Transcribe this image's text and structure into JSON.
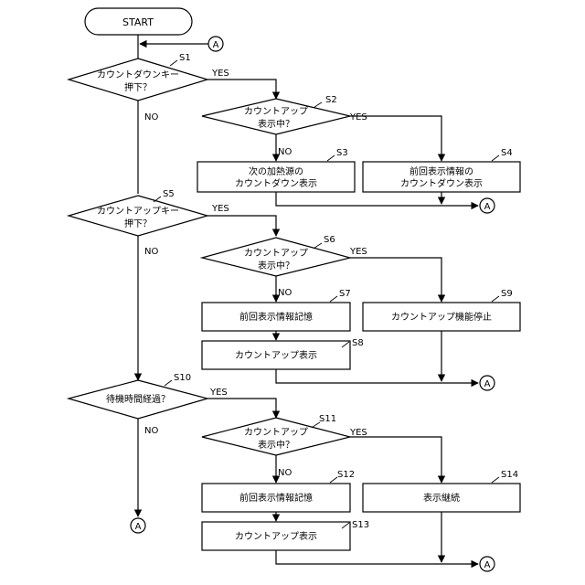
{
  "start_label": "START",
  "connector_label": "A",
  "yes_label": "YES",
  "no_label": "NO",
  "decisions": {
    "s1": {
      "step": "S1",
      "line1": "カウントダウンキー",
      "line2": "押下？"
    },
    "s2": {
      "step": "S2",
      "line1": "カウントアップ",
      "line2": "表示中？"
    },
    "s5": {
      "step": "S5",
      "line1": "カウントアップキー",
      "line2": "押下？"
    },
    "s6": {
      "step": "S6",
      "line1": "カウントアップ",
      "line2": "表示中？"
    },
    "s10": {
      "step": "S10",
      "line1": "待機時間経過？"
    },
    "s11": {
      "step": "S11",
      "line1": "カウントアップ",
      "line2": "表示中？"
    }
  },
  "processes": {
    "s3": {
      "step": "S3",
      "line1": "次の加熱源の",
      "line2": "カウントダウン表示"
    },
    "s4": {
      "step": "S4",
      "line1": "前回表示情報の",
      "line2": "カウントダウン表示"
    },
    "s7": {
      "step": "S7",
      "line1": "前回表示情報記憶"
    },
    "s8": {
      "step": "S8",
      "line1": "カウントアップ表示"
    },
    "s9": {
      "step": "S9",
      "line1": "カウントアップ機能停止"
    },
    "s12": {
      "step": "S12",
      "line1": "前回表示情報記憶"
    },
    "s13": {
      "step": "S13",
      "line1": "カウントアップ表示"
    },
    "s14": {
      "step": "S14",
      "line1": "表示継続"
    }
  }
}
